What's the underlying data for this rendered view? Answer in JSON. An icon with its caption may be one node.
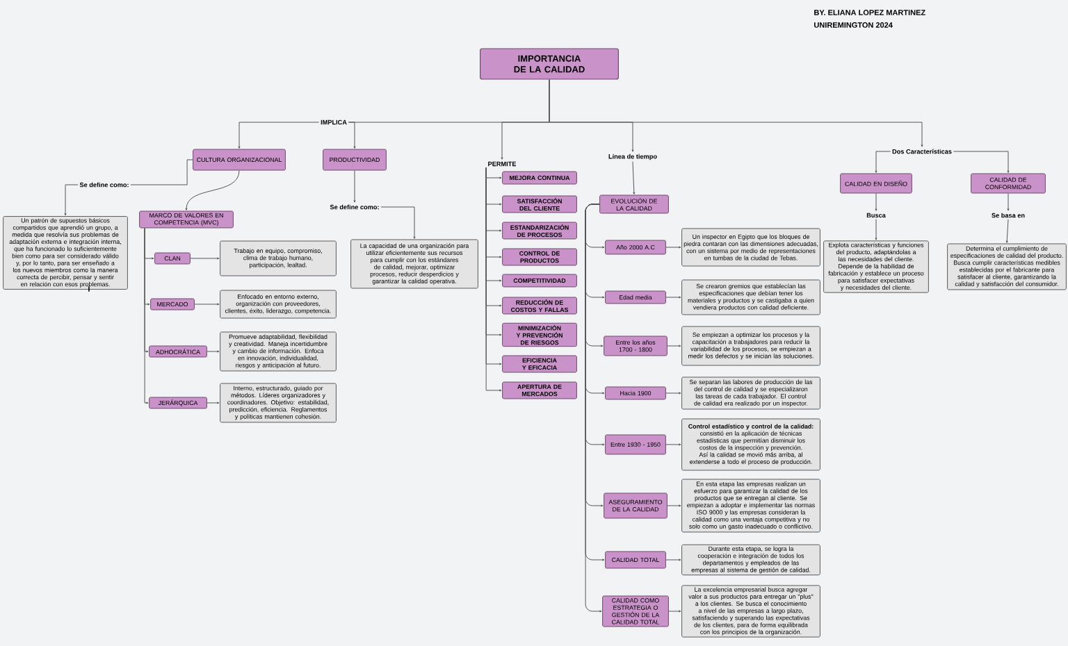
{
  "diagram": {
    "nodes": [
      {
        "text": [
          "IMPORTANCIA DE LA CALIDAD"
        ]
      },
      {
        "text": [
          "IMPLICA"
        ]
      },
      {
        "text": [
          "PERMITE"
        ]
      },
      {
        "text": [
          "Línea de tiempo"
        ]
      },
      {
        "text": [
          "Dos Características"
        ]
      },
      {
        "text": [
          "CULTURA ORGANIZACIONAL"
        ]
      },
      {
        "text": [
          "PRODUCTIVIDAD"
        ]
      },
      {
        "text": [
          "Se define como:"
        ]
      },
      {
        "text": [
          "Un patrón de supuestos básicos compartidos que aprendió un grupo, a medida que resolvía sus problemas de adaptación externa e integración interna, que ha funcionado lo suficientemente bien como para ser considerado válido y, por lo tanto, para ser enseñado a los nuevos miembros como la manera correcta de percibir, pensar y sentir en relación con esos problemas."
        ]
      },
      {
        "text": [
          "MARCO DE VALORES EN COMPETENCIA (MVC)"
        ]
      },
      {
        "text": [
          "CLAN"
        ]
      },
      {
        "text": [
          "Trabajo en equipo, compromiso, clima de trabajo humano, participación, lealtad."
        ]
      },
      {
        "text": [
          "MERCADO"
        ]
      },
      {
        "text": [
          "Enfocado en entorno externo, organización con proveedores, clientes, éxito, liderazgo, competencia."
        ]
      },
      {
        "text": [
          "ADHOCRÁTICA"
        ]
      },
      {
        "text": [
          "Promueve adaptabilidad, flexibilidad y creatividad. Maneja incertidumbre y cambio de información. Enfoca en innovación, individualidad, riesgos y anticipación al futuro."
        ]
      },
      {
        "text": [
          "JERÁRQUICA"
        ]
      },
      {
        "text": [
          "Interno, estructurado, guiado por métodos. Líderes organizadores y coordinadores. Objetivo: estabilidad, predicción, eficiencia. Reglamentos y políticas mantienen cohesión."
        ]
      },
      {
        "text": [
          "Se define como:"
        ]
      },
      {
        "text": [
          "La capacidad de una organización para utilizar eficientemente sus recursos para cumplir con los estándares de calidad, mejorar, optimizar procesos, reducir desperdicios y garantizar la calidad operativa."
        ]
      },
      {
        "text": [
          "MEJORA CONTINUA"
        ]
      },
      {
        "text": [
          "SATISFACCIÓN DEL CLIENTE"
        ]
      },
      {
        "text": [
          "ESTANDARIZACIÓN DE PROCESOS"
        ]
      },
      {
        "text": [
          "CONTROL DE PRODUCTOS"
        ]
      },
      {
        "text": [
          "COMPETITIVIDAD"
        ]
      },
      {
        "text": [
          "REDUCCIÓN DE COSTOS Y FALLAS"
        ]
      },
      {
        "text": [
          "MINIMIZACIÓN Y PREVENCIÓN DE RIESGOS"
        ]
      },
      {
        "text": [
          "EFICIENCIA Y EFICACIA"
        ]
      },
      {
        "text": [
          "APERTURA DE MERCADOS"
        ]
      },
      {
        "text": [
          "EVOLUCIÓN DE LA CALIDAD"
        ]
      },
      {
        "text": [
          "Año 2000 A.C"
        ]
      },
      {
        "text": [
          "Un inspector en Egipto que los bloques de piedra contaran con las dimensiones adecuadas, con un sistema por medio de representaciones en tumbas de la ciudad de Tebas."
        ]
      },
      {
        "text": [
          "Edad media"
        ]
      },
      {
        "text": [
          "Se crearon gremios que establecían las especificaciones que debían tener los materiales y productos y se castigaba a quien vendiera productos con calidad deficiente."
        ]
      },
      {
        "text": [
          "Entre los años 1700 - 1800"
        ]
      },
      {
        "text": [
          "Se empiezan a optimizar los procesos y la capacitación a trabajadores para reducir la variabilidad de los procesos, se empiezan a medir los defectos y se inician las soluciones."
        ]
      },
      {
        "text": [
          "Hacia 1900"
        ]
      },
      {
        "text": [
          "Se separan las labores de producción de las del control de calidad y se especializaron las tareas de cada trabajador. El control de calidad era realizado por un inspector."
        ]
      },
      {
        "text": [
          "Entre 1930 - 1950"
        ]
      },
      {
        "text": [
          "**Control estadístico y control de la calidad:** consistió en la aplicación de técnicas estadísticas que permitían disminuir los costos de la inspección y prevención. Así la calidad se movió más arriba, al extenderse a todo el proceso de producción."
        ]
      },
      {
        "text": [
          "ASEGURAMIENTO DE LA CALIDAD"
        ]
      },
      {
        "text": [
          "En esta etapa las empresas realizan un esfuerzo para garantizar la calidad de los productos que se entregan al cliente. Se empiezan a adoptar e implementar las normas ISO 9000 y las empresas consideran la calidad como una ventaja competitiva y no solo como un gasto inadecuado o conflictivo."
        ]
      },
      {
        "text": [
          "CALIDAD TOTAL"
        ]
      },
      {
        "text": [
          "Durante esta etapa, se logra la cooperación e integración de todos los departamentos y empleados de las empresas al sistema de gestión de calidad."
        ]
      },
      {
        "text": [
          "CALIDAD COMO ESTRATEGIA O GESTIÓN DE LA CALIDAD TOTAL"
        ]
      },
      {
        "text": [
          "La excelencia empresarial busca agregar valor a sus productos para entregar un \"plus\" a los clientes. Se busca el conocimiento a nivel de las empresas a largo plazo, satisfaciendo y superando las expectativas de los clientes, para de forma equilibrada con los principios de la organización."
        ]
      },
      {
        "text": [
          "CALIDAD EN DISEÑO"
        ]
      },
      {
        "text": [
          "CALIDAD DE CONFORMIDAD"
        ]
      },
      {
        "text": [
          "Busca"
        ]
      },
      {
        "text": [
          "Se basa en"
        ]
      },
      {
        "text": [
          "Explota características y funciones del producto, adaptándolas a las necesidades del cliente. Depende de la habilidad de fabricación y establece un proceso para satisfacer expectativas y necesidades del cliente."
        ]
      },
      {
        "text": [
          "Determina el cumplimiento de especificaciones de calidad del producto. Busca cumplir características medibles establecidas por el fabricante para satisfacer al cliente, garantizando la calidad y satisfacción del consumidor."
        ]
      }
    ],
    "edges": [
      {
        "from": 0,
        "to": 1,
        "arrow": "none"
      },
      {
        "from": 0,
        "to": 2,
        "arrow": "to"
      },
      {
        "from": 0,
        "to": 3,
        "arrow": "to"
      },
      {
        "from": 0,
        "to": 4,
        "arrow": "to"
      },
      {
        "from": 1,
        "to": 5,
        "arrow": "to"
      },
      {
        "from": 1,
        "to": 6,
        "arrow": "to"
      },
      {
        "from": 5,
        "to": 7,
        "arrow": "none"
      },
      {
        "from": 7,
        "to": 8,
        "arrow": "to"
      },
      {
        "from": 5,
        "to": 9,
        "arrow": "to"
      },
      {
        "from": 9,
        "to": 10,
        "arrow": "to"
      },
      {
        "from": 9,
        "to": 12,
        "arrow": "to"
      },
      {
        "from": 9,
        "to": 14,
        "arrow": "to"
      },
      {
        "from": 9,
        "to": 16,
        "arrow": "to"
      },
      {
        "from": 10,
        "to": 11,
        "arrow": "to"
      },
      {
        "from": 12,
        "to": 13,
        "arrow": "to"
      },
      {
        "from": 14,
        "to": 15,
        "arrow": "to"
      },
      {
        "from": 16,
        "to": 17,
        "arrow": "to"
      },
      {
        "from": 6,
        "to": 18,
        "arrow": "to"
      },
      {
        "from": 18,
        "to": 19,
        "arrow": "to"
      },
      {
        "from": 2,
        "to": 20,
        "arrow": "to"
      },
      {
        "from": 2,
        "to": 21,
        "arrow": "to"
      },
      {
        "from": 2,
        "to": 22,
        "arrow": "to"
      },
      {
        "from": 2,
        "to": 23,
        "arrow": "to"
      },
      {
        "from": 2,
        "to": 24,
        "arrow": "to"
      },
      {
        "from": 2,
        "to": 25,
        "arrow": "to"
      },
      {
        "from": 2,
        "to": 26,
        "arrow": "to"
      },
      {
        "from": 2,
        "to": 27,
        "arrow": "to"
      },
      {
        "from": 2,
        "to": 28,
        "arrow": "to"
      },
      {
        "from": 3,
        "to": 29,
        "arrow": "to"
      },
      {
        "from": 29,
        "to": 30,
        "arrow": "to"
      },
      {
        "from": 29,
        "to": 32,
        "arrow": "to"
      },
      {
        "from": 29,
        "to": 34,
        "arrow": "to"
      },
      {
        "from": 29,
        "to": 36,
        "arrow": "to"
      },
      {
        "from": 29,
        "to": 38,
        "arrow": "to"
      },
      {
        "from": 29,
        "to": 40,
        "arrow": "to"
      },
      {
        "from": 29,
        "to": 42,
        "arrow": "to"
      },
      {
        "from": 29,
        "to": 44,
        "arrow": "to"
      },
      {
        "from": 30,
        "to": 31,
        "arrow": "to"
      },
      {
        "from": 32,
        "to": 33,
        "arrow": "to"
      },
      {
        "from": 34,
        "to": 35,
        "arrow": "to"
      },
      {
        "from": 36,
        "to": 37,
        "arrow": "to"
      },
      {
        "from": 38,
        "to": 39,
        "arrow": "to"
      },
      {
        "from": 40,
        "to": 41,
        "arrow": "to"
      },
      {
        "from": 42,
        "to": 43,
        "arrow": "to"
      },
      {
        "from": 44,
        "to": 45,
        "arrow": "to"
      },
      {
        "from": 4,
        "to": 46,
        "arrow": "to"
      },
      {
        "from": 4,
        "to": 47,
        "arrow": "to"
      },
      {
        "from": 46,
        "to": 48,
        "arrow": "to"
      },
      {
        "from": 47,
        "to": 49,
        "arrow": "to"
      },
      {
        "from": 48,
        "to": 50,
        "arrow": "to"
      },
      {
        "from": 49,
        "to": 51,
        "arrow": "to"
      }
    ],
    "labels": [
      "BY. ELIANA LOPEZ MARTINEZ",
      "UNIREMINGTON 2024",
      "I"
    ]
  }
}
